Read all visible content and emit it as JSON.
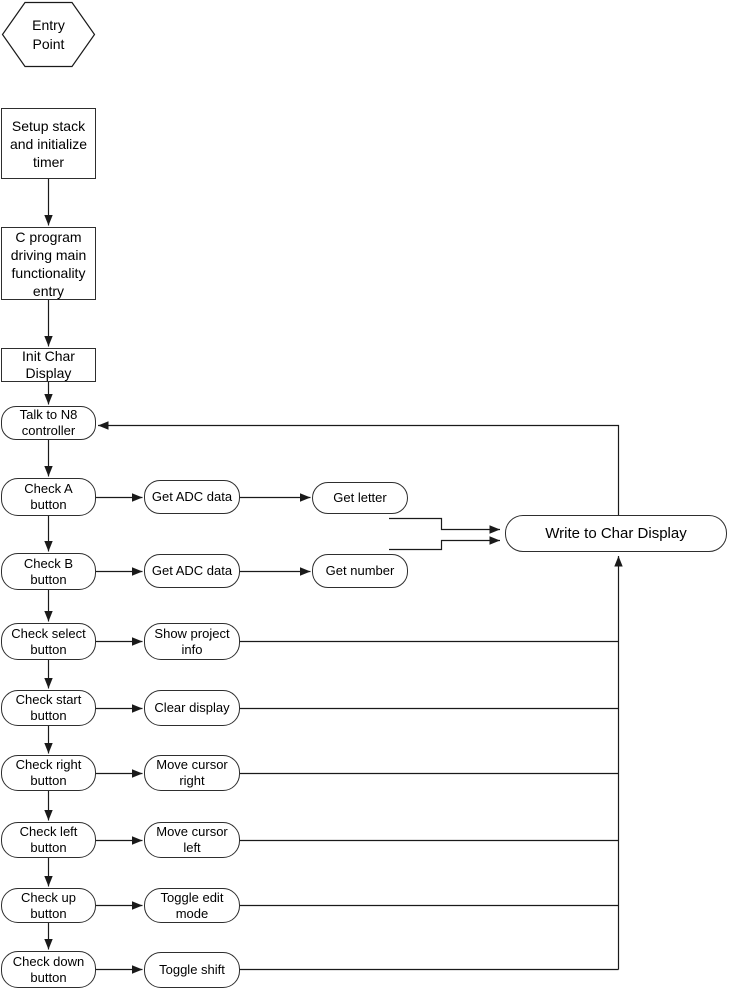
{
  "diagram": {
    "type": "flowchart",
    "background": "#ffffff",
    "node_fill": "#ffffff",
    "node_border_color": "#2e2e2e",
    "connector_color": "#1a1a1a",
    "text_color": "#000000",
    "nodes": {
      "entry_point": {
        "label": "Entry\nPoint",
        "shape": "hexagon"
      },
      "setup_stack": {
        "label": "Setup stack\nand initialize\ntimer",
        "shape": "rectangle"
      },
      "c_program": {
        "label": "C program\ndriving main\nfunctionality\nentry",
        "shape": "rectangle"
      },
      "init_char_display": {
        "label": "Init Char\nDisplay",
        "shape": "rectangle"
      },
      "talk_n8": {
        "label": "Talk to N8\ncontroller",
        "shape": "rounded"
      },
      "check_a": {
        "label": "Check A\nbutton",
        "shape": "rounded"
      },
      "check_b": {
        "label": "Check B\nbutton",
        "shape": "rounded"
      },
      "check_select": {
        "label": "Check select\nbutton",
        "shape": "rounded"
      },
      "check_start": {
        "label": "Check start\nbutton",
        "shape": "rounded"
      },
      "check_right": {
        "label": "Check right\nbutton",
        "shape": "rounded"
      },
      "check_left": {
        "label": "Check left\nbutton",
        "shape": "rounded"
      },
      "check_up": {
        "label": "Check up\nbutton",
        "shape": "rounded"
      },
      "check_down": {
        "label": "Check down\nbutton",
        "shape": "rounded"
      },
      "get_adc_a": {
        "label": "Get ADC data",
        "shape": "rounded"
      },
      "get_adc_b": {
        "label": "Get ADC data",
        "shape": "rounded"
      },
      "get_letter": {
        "label": "Get letter",
        "shape": "rounded"
      },
      "get_number": {
        "label": "Get number",
        "shape": "rounded"
      },
      "show_project_info": {
        "label": "Show project\ninfo",
        "shape": "rounded"
      },
      "clear_display": {
        "label": "Clear display",
        "shape": "rounded"
      },
      "move_cursor_right": {
        "label": "Move cursor\nright",
        "shape": "rounded"
      },
      "move_cursor_left": {
        "label": "Move cursor\nleft",
        "shape": "rounded"
      },
      "toggle_edit_mode": {
        "label": "Toggle edit\nmode",
        "shape": "rounded"
      },
      "toggle_shift": {
        "label": "Toggle shift",
        "shape": "rounded"
      },
      "write_char_display": {
        "label": "Write to Char Display",
        "shape": "rounded"
      }
    },
    "edges": [
      {
        "from": "setup_stack",
        "to": "c_program"
      },
      {
        "from": "c_program",
        "to": "init_char_display"
      },
      {
        "from": "init_char_display",
        "to": "talk_n8"
      },
      {
        "from": "talk_n8",
        "to": "check_a"
      },
      {
        "from": "check_a",
        "to": "check_b"
      },
      {
        "from": "check_b",
        "to": "check_select"
      },
      {
        "from": "check_select",
        "to": "check_start"
      },
      {
        "from": "check_start",
        "to": "check_right"
      },
      {
        "from": "check_right",
        "to": "check_left"
      },
      {
        "from": "check_left",
        "to": "check_up"
      },
      {
        "from": "check_up",
        "to": "check_down"
      },
      {
        "from": "check_a",
        "to": "get_adc_a"
      },
      {
        "from": "get_adc_a",
        "to": "get_letter"
      },
      {
        "from": "check_b",
        "to": "get_adc_b"
      },
      {
        "from": "get_adc_b",
        "to": "get_number"
      },
      {
        "from": "get_letter",
        "to": "write_char_display"
      },
      {
        "from": "get_number",
        "to": "write_char_display"
      },
      {
        "from": "check_select",
        "to": "show_project_info"
      },
      {
        "from": "check_start",
        "to": "clear_display"
      },
      {
        "from": "check_right",
        "to": "move_cursor_right"
      },
      {
        "from": "check_left",
        "to": "move_cursor_left"
      },
      {
        "from": "check_up",
        "to": "toggle_edit_mode"
      },
      {
        "from": "check_down",
        "to": "toggle_shift"
      },
      {
        "from": "show_project_info",
        "to": "write_char_display"
      },
      {
        "from": "clear_display",
        "to": "write_char_display"
      },
      {
        "from": "move_cursor_right",
        "to": "write_char_display"
      },
      {
        "from": "move_cursor_left",
        "to": "write_char_display"
      },
      {
        "from": "toggle_edit_mode",
        "to": "write_char_display"
      },
      {
        "from": "toggle_shift",
        "to": "write_char_display"
      },
      {
        "from": "write_char_display",
        "to": "talk_n8"
      }
    ]
  }
}
